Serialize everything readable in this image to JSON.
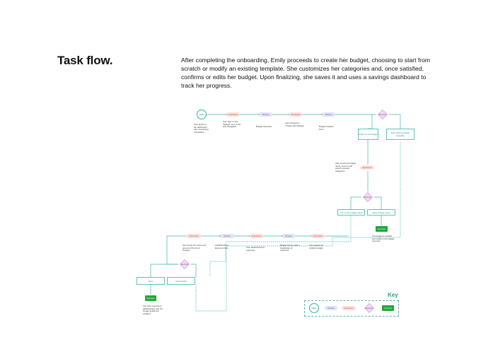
{
  "heading": "Task flow.",
  "description": "After completing the onboarding, Emily proceeds to create her budget, choosing to start from scratch or modify an existing template. She customizes her categories and, once satisfied, confirms or edits her budget. Upon finalizing, she saves it and uses a savings dashboard to track her progress.",
  "labels": {
    "start": "Start",
    "screen": "Screen",
    "interaction": "Interaction",
    "decision": "Decision",
    "success": "Success"
  },
  "row1": {
    "start_note": "User lands on the dashboard after completing onboarding",
    "n1_note": "User taps on the \"Budget\" icon in the side navigation",
    "n2_note": "Budget Overview",
    "n3_note": "User chooses to \"Create New Budget\"",
    "n4_note": "Budget Creation Form"
  },
  "right": {
    "opt_a": "Adopt a new budget",
    "opt_b": "Edit existing budget template",
    "inter_note": "User inputs the budget name, amount and selects relevant categories",
    "opt_c": "Get on the budget setup",
    "opt_d": "Save budget setup",
    "success_note": "The budget is created and visible in the budget overview."
  },
  "row2": {
    "n1_note": "User inputs the name and amount of the fixed charges",
    "n2_note": "Add/Edit Fixed Expense Form",
    "n3_note": "User adds/edit fixed expenses",
    "n4_note": "Budget Screen with a breakdown of expenses",
    "n5_note": "User selects an existing budget"
  },
  "bottom_left": {
    "opt_a": "Save",
    "opt_b": "Cancel Edit",
    "success_note": "The fixed expense is added/edited, and the budget details are updated."
  },
  "key": {
    "title": "Key"
  }
}
